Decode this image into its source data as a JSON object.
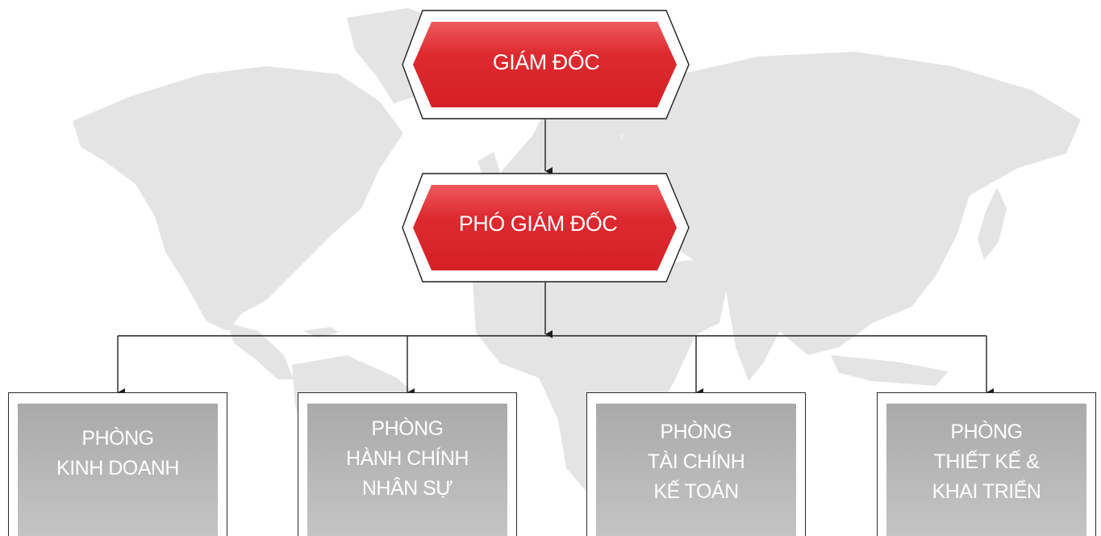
{
  "director": {
    "label": "GIÁM ĐỐC"
  },
  "deputy": {
    "label": "PHÓ GIÁM ĐỐC"
  },
  "departments": [
    {
      "lines": [
        "PHÒNG",
        "KINH DOANH"
      ]
    },
    {
      "lines": [
        "PHÒNG",
        "HÀNH CHÍNH",
        "NHÂN SỰ"
      ]
    },
    {
      "lines": [
        "PHÒNG",
        "TÀI CHÍNH",
        "KẾ TOÁN"
      ]
    },
    {
      "lines": [
        "PHÒNG",
        "THIẾT KẾ &",
        "KHAI TRIỂN"
      ]
    }
  ],
  "colors": {
    "accent_red": "#d61f26",
    "accent_red_light": "#ee5a5e",
    "dept_gray": "#aaaaaa",
    "map_gray": "#e4e4e4",
    "line": "#1e1e1e"
  }
}
